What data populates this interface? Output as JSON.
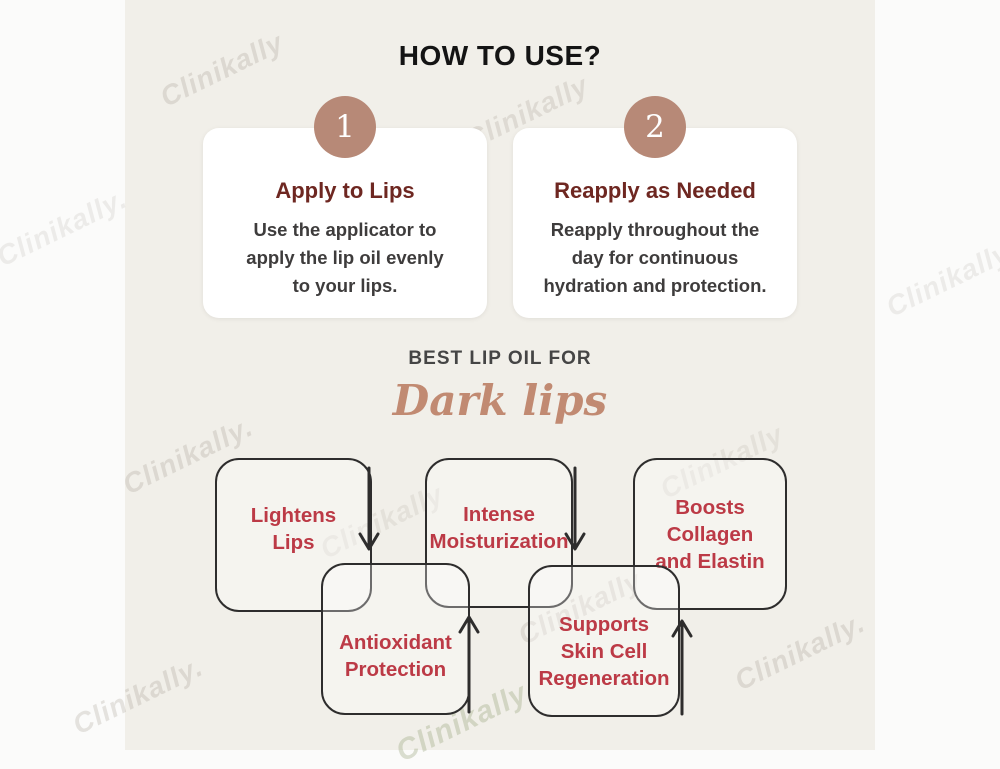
{
  "title": "HOW TO USE?",
  "steps": [
    {
      "number": "1",
      "heading": "Apply to Lips",
      "body": "Use the applicator to\napply the lip oil evenly\nto your lips."
    },
    {
      "number": "2",
      "heading": "Reapply as Needed",
      "body": "Reapply throughout the\nday for continuous\nhydration and protection."
    }
  ],
  "section": {
    "kicker": "BEST LIP OIL FOR",
    "product": "Dark lips"
  },
  "benefits": [
    {
      "label": "Lightens\nLips"
    },
    {
      "label": "Intense\nMoisturization"
    },
    {
      "label": "Boosts\nCollagen\nand Elastin"
    },
    {
      "label": "Antioxidant\nProtection"
    },
    {
      "label": "Supports\nSkin Cell\nRegeneration"
    }
  ],
  "watermark": {
    "text": "Clinikally",
    "text_dot": "Clinikally."
  },
  "colors": {
    "background_cream": "#f1efe9",
    "side_strip_white": "#fbfbfa",
    "card_white": "#ffffff",
    "badge_rose": "#b78977",
    "heading_maroon": "#6e2721",
    "body_gray": "#3e3c3c",
    "benefit_red": "#bc3a46",
    "script_rose": "#c18a72",
    "line_dark": "#2e2d2d"
  }
}
